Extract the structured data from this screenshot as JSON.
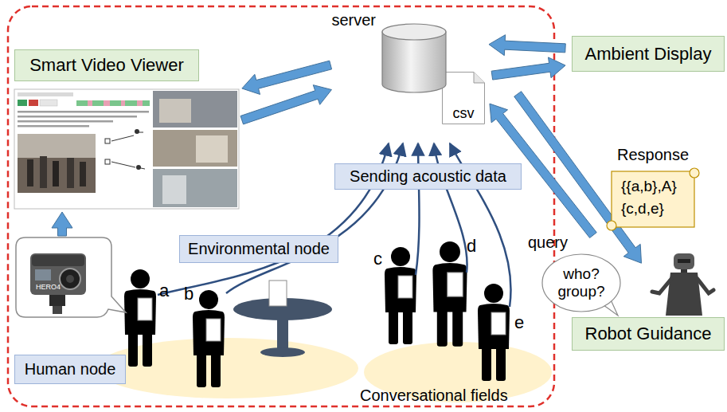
{
  "diagram": {
    "nodes": [
      {
        "text": [
          "server"
        ]
      },
      {
        "text": [
          "csv"
        ],
        "in": 0
      },
      {
        "text": [
          "Smart Video Viewer"
        ]
      },
      {
        "text": [
          "Ambient Display"
        ]
      },
      {
        "text": [
          "Sending acoustic data"
        ]
      },
      {
        "text": [
          "Response",
          "{{a,b},A}",
          "{c,d,e}"
        ]
      },
      {
        "text": [
          "Environmental node"
        ]
      },
      {
        "text": [
          "who? group?"
        ]
      },
      {
        "text": [
          "Robot Guidance"
        ]
      },
      {
        "text": [
          "Human node"
        ]
      }
    ],
    "edges": [
      {
        "from": 0,
        "to": 2,
        "arrow": "to"
      },
      {
        "from": 2,
        "to": 0,
        "arrow": "to"
      },
      {
        "from": 3,
        "to": 0,
        "arrow": "to"
      },
      {
        "from": 0,
        "to": 3,
        "arrow": "to"
      },
      {
        "from": 8,
        "to": 0,
        "label": "query",
        "arrow": "to"
      },
      {
        "from": 0,
        "to": 8,
        "arrow": "to"
      }
    ],
    "labels": [
      "a",
      "b",
      "c",
      "d",
      "e",
      "Conversational fields",
      "HERO4"
    ]
  }
}
